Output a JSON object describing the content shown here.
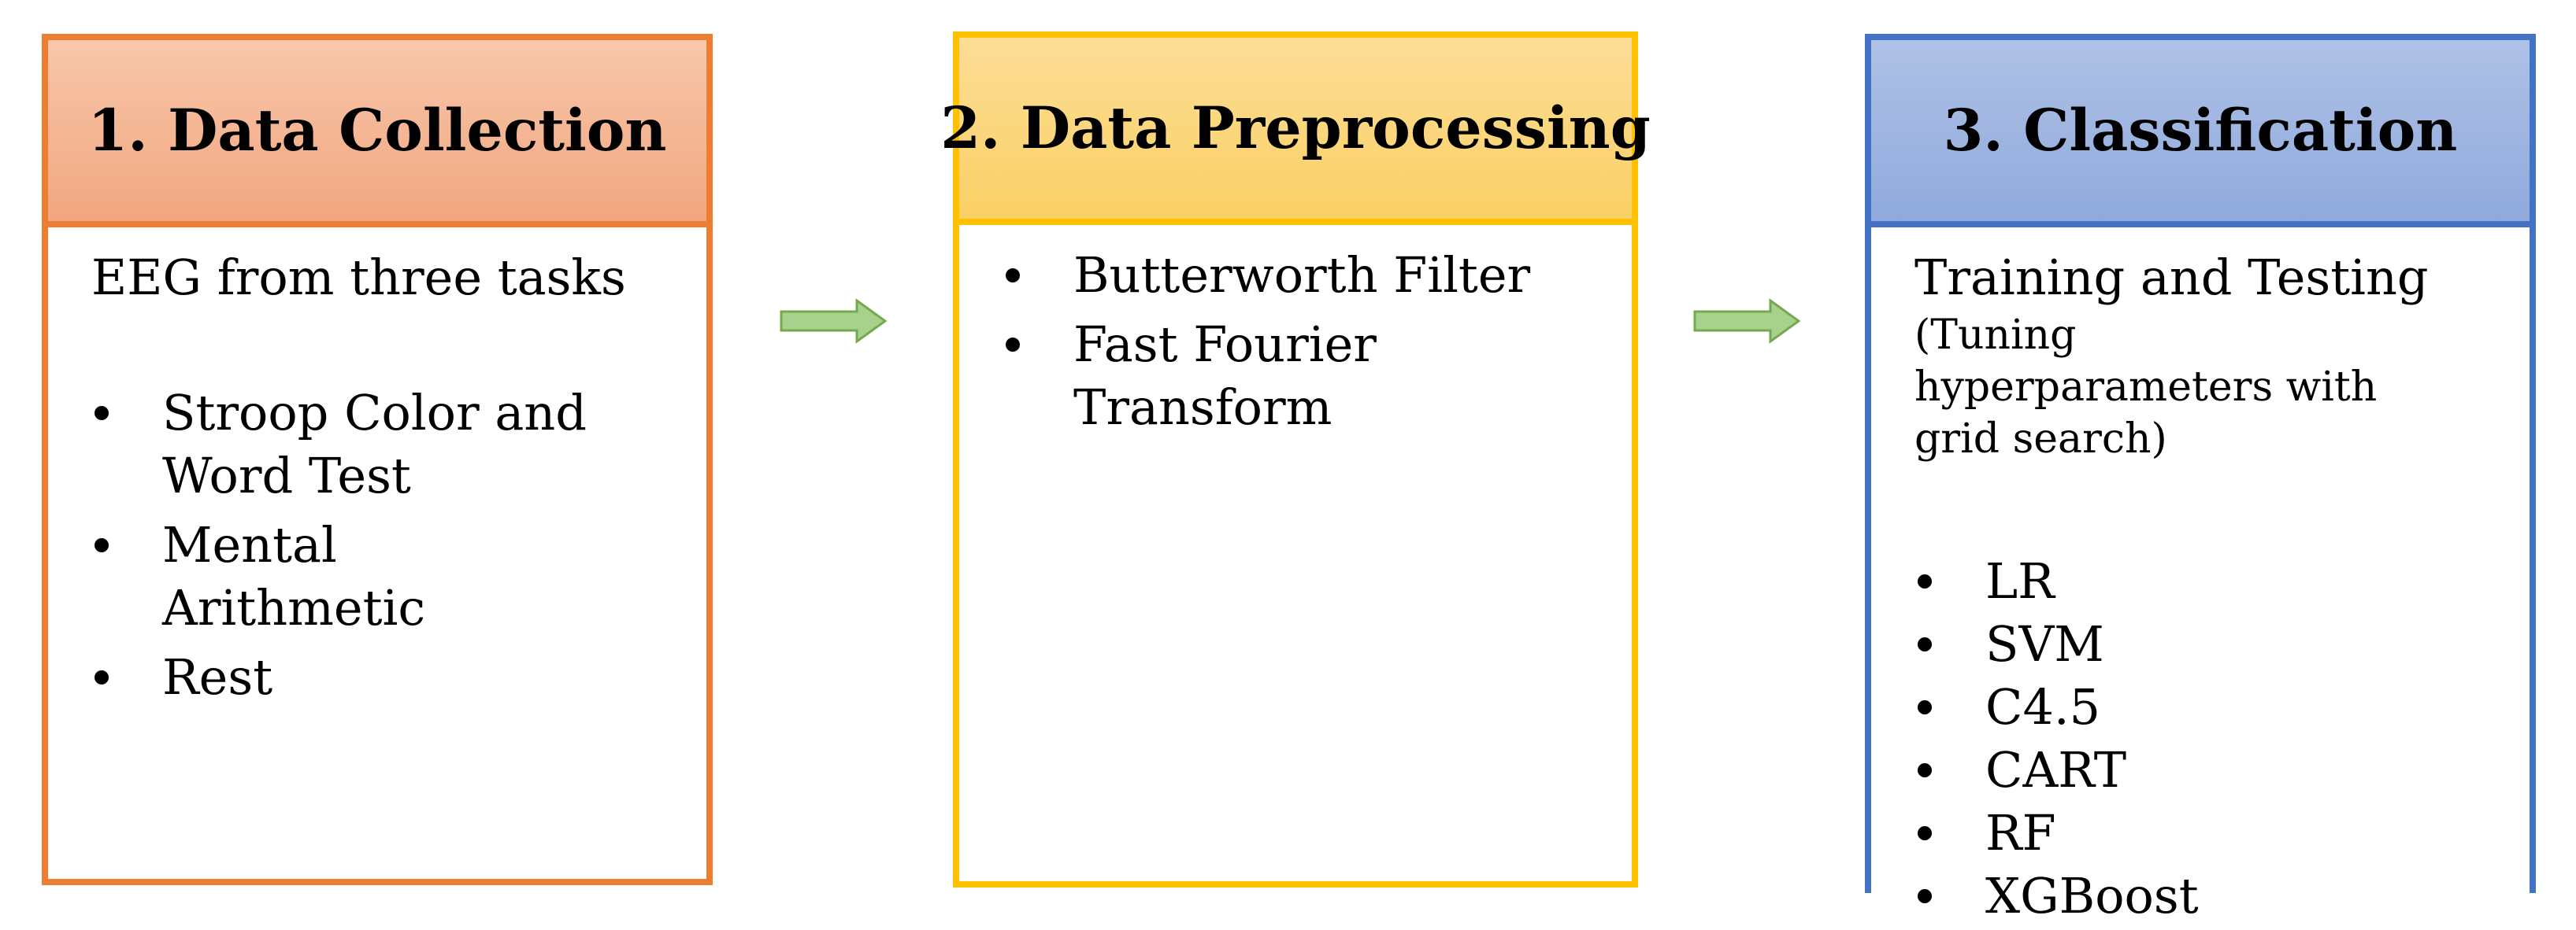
{
  "boxes": [
    {
      "title": "1. Data Collection",
      "intro": "EEG from three tasks",
      "bullets": [
        "Stroop Color and Word Test",
        "Mental Arithmetic",
        "Rest"
      ],
      "colors": {
        "border": "#ED7D31",
        "fill_top": "#F8C7AB",
        "fill_bottom": "#F1A67F"
      }
    },
    {
      "title": "2. Data Preprocessing",
      "bullets": [
        "Butterworth Filter",
        "Fast Fourier Transform"
      ],
      "colors": {
        "border": "#FFC000",
        "fill_top": "#FCDD96",
        "fill_bottom": "#FAD065"
      }
    },
    {
      "title": "3. Classification",
      "intro": "Training and Testing",
      "note": "(Tuning hyperparameters with grid search)",
      "bullets": [
        "LR",
        "SVM",
        "C4.5",
        "CART",
        "RF",
        "XGBoost"
      ],
      "colors": {
        "border": "#4472C4",
        "fill_top": "#AFC1E6",
        "fill_bottom": "#8FAADC"
      }
    }
  ],
  "arrows": [
    {
      "label": "flow-arrow-1",
      "fill": "#A9D18E",
      "stroke": "#74A94F"
    },
    {
      "label": "flow-arrow-2",
      "fill": "#A9D18E",
      "stroke": "#74A94F"
    }
  ]
}
